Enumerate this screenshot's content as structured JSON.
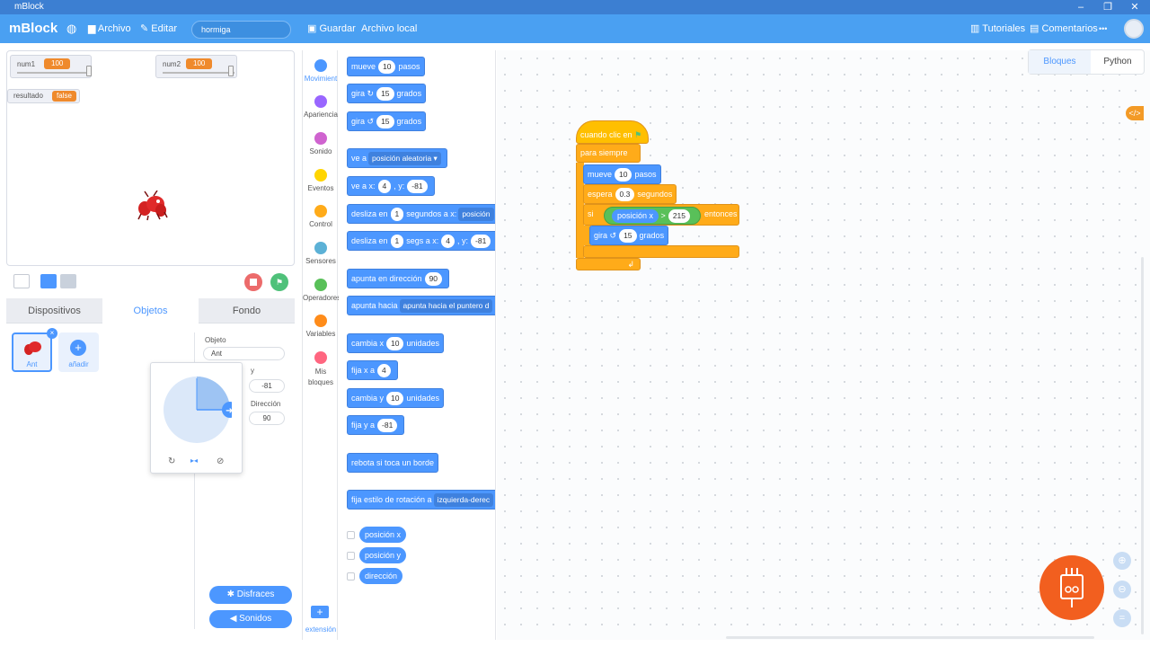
{
  "window": {
    "title": "mBlock",
    "controls": [
      "–",
      "❐",
      "✕"
    ]
  },
  "menubar": {
    "logo": "mBlock",
    "archivo": "Archivo",
    "editar": "Editar",
    "project_name": "hormiga",
    "guardar": "Guardar",
    "archivo_local": "Archivo local",
    "tutoriales": "Tutoriales",
    "comentarios": "Comentarios",
    "more": "•••"
  },
  "stage": {
    "monitors": [
      {
        "label": "num1",
        "value": "100"
      },
      {
        "label": "num2",
        "value": "100"
      },
      {
        "label": "resultado",
        "value": "false"
      }
    ]
  },
  "tabs": {
    "dispositivos": "Dispositivos",
    "objetos": "Objetos",
    "fondo": "Fondo"
  },
  "sprites": {
    "ant_label": "Ant",
    "add_label": "añadir",
    "objeto_label": "Objeto",
    "objeto_value": "Ant",
    "y_label": "y",
    "y_value": "-81",
    "direccion_label": "Dirección",
    "direccion_value": "90",
    "disfraces": "Disfraces",
    "sonidos": "Sonidos"
  },
  "categories": [
    {
      "label": "Movimient",
      "color": "#4c97ff"
    },
    {
      "label": "Apariencia",
      "color": "#9966ff"
    },
    {
      "label": "Sonido",
      "color": "#cf63cf"
    },
    {
      "label": "Eventos",
      "color": "#ffd500"
    },
    {
      "label": "Control",
      "color": "#ffab19"
    },
    {
      "label": "Sensores",
      "color": "#5cb1d6"
    },
    {
      "label": "Operadores",
      "color": "#59c059"
    },
    {
      "label": "Variables",
      "color": "#ff8c1a"
    },
    {
      "label": "Mis bloques",
      "color": "#ff6680"
    }
  ],
  "extension_label": "extensión",
  "palette": {
    "mueve": "mueve",
    "mueve_val": "10",
    "pasos": "pasos",
    "gira": "gira",
    "gira_val": "15",
    "grados": "grados",
    "ve_a": "ve a",
    "posicion_aleatoria": "posición aleatoria ▾",
    "ve_a_x": "ve a x:",
    "x_val": "4",
    "y_lbl": ", y:",
    "y_val": "-81",
    "desliza_en": "desliza en",
    "uno": "1",
    "segundos_a_x": "segundos a x:",
    "posicion_trunc": "posición",
    "segs_a_x": "segs a x:",
    "apunta_en_direccion": "apunta en dirección",
    "dir_val": "90",
    "apunta_hacia": "apunta hacia",
    "apunta_hacia_puntero": "apunta hacia el puntero d",
    "cambia_x": "cambia x",
    "cambia_val": "10",
    "unidades": "unidades",
    "fija_x_a": "fija x a",
    "cambia_y": "cambia y",
    "fija_y_a": "fija y a",
    "rebota": "rebota si toca un borde",
    "fija_estilo": "fija estilo de rotación a",
    "izq_der": "izquierda-derec",
    "posicion_x": "posición x",
    "posicion_y": "posición y",
    "direccion": "dirección"
  },
  "script": {
    "cuando_clic": "cuando clic en",
    "para_siempre": "para siempre",
    "mueve": "mueve",
    "mueve_val": "10",
    "pasos": "pasos",
    "espera": "espera",
    "espera_val": "0.3",
    "segundos": "segundos",
    "si": "si",
    "posicion_x": "posición x",
    "gt": ">",
    "cmp_val": "215",
    "entonces": "entonces",
    "gira": "gira",
    "gira_val": "15",
    "grados": "grados"
  },
  "editor_tabs": {
    "bloques": "Bloques",
    "python": "Python"
  },
  "code_toggle": "</>"
}
